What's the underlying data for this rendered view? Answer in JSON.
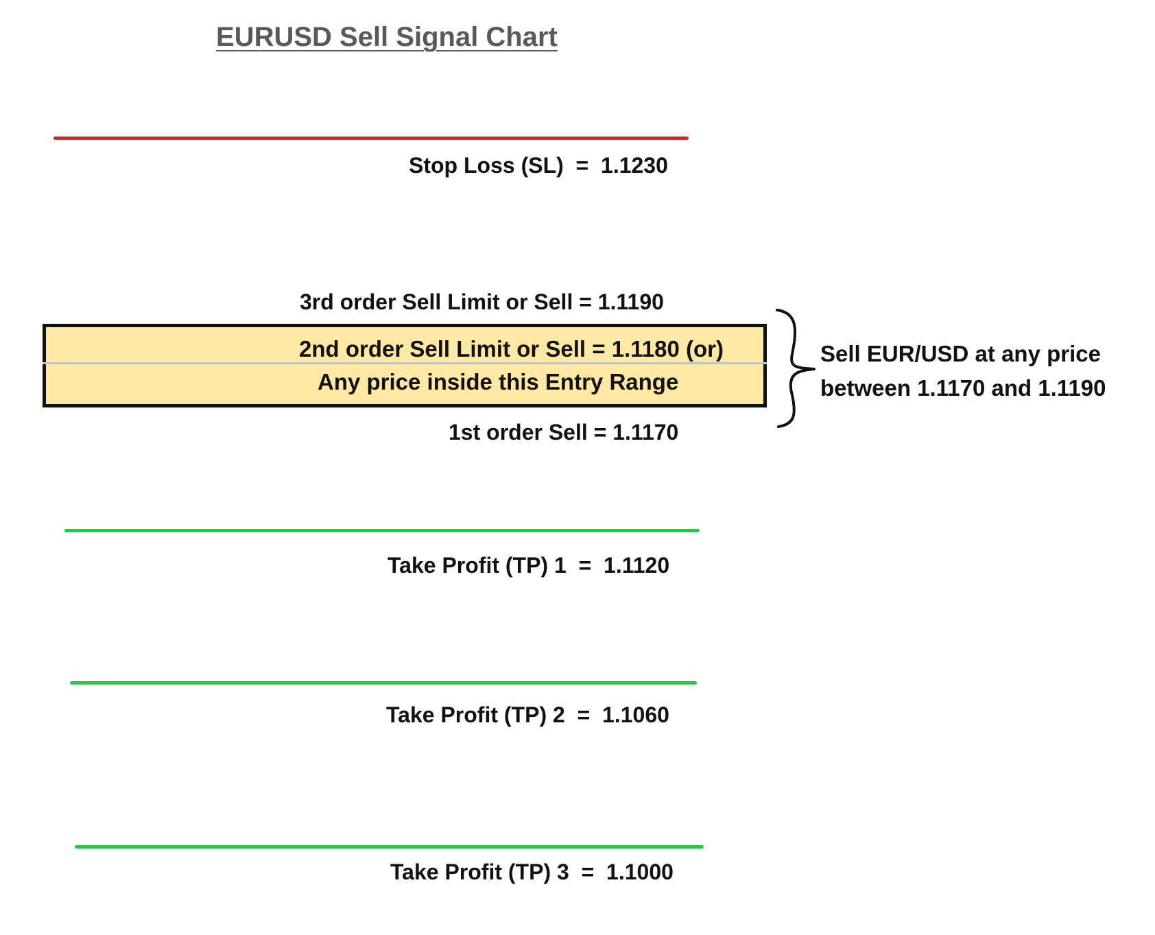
{
  "title": "EURUSD Sell Signal Chart",
  "colors": {
    "stop_loss_line": "#e0202c",
    "take_profit_line": "#22cc44",
    "entry_range_fill": "#fde9a4",
    "title_text": "#595959"
  },
  "stop_loss": {
    "label": "Stop Loss (SL)  =  1.1230"
  },
  "orders": {
    "third": "3rd order Sell Limit or Sell = 1.1190",
    "second": "2nd order Sell Limit or Sell = 1.1180 (or)",
    "range_note": "Any price inside this Entry Range",
    "first": "1st order Sell = 1.1170"
  },
  "brace_note": {
    "line1": "Sell EUR/USD at any price",
    "line2": "between 1.1170 and 1.1190"
  },
  "take_profits": {
    "tp1": "Take Profit (TP) 1  =  1.1120",
    "tp2": "Take Profit (TP) 2  =  1.1060",
    "tp3": "Take Profit (TP) 3  =  1.1000"
  }
}
